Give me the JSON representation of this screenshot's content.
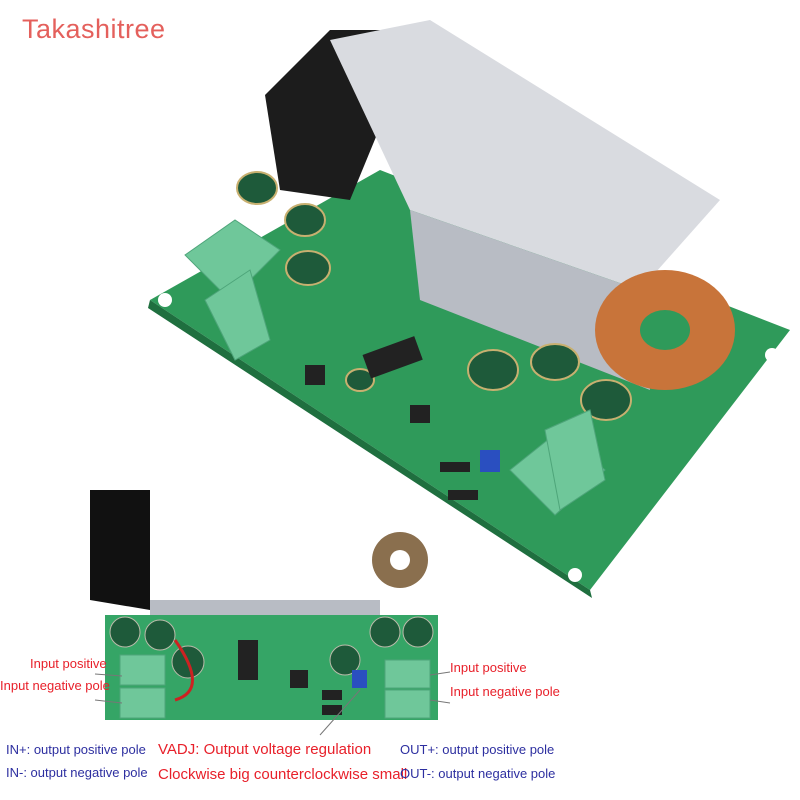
{
  "watermark": "Takashitree",
  "labels": {
    "left_input_positive": "Input positive",
    "left_input_negative": "Input negative pole",
    "right_input_positive": "Input positive",
    "right_input_negative": "Input negative pole",
    "in_plus": "IN+: output positive pole",
    "in_minus": "IN-: output negative pole",
    "vadj": "VADJ: Output voltage regulation",
    "clockwise": "Clockwise big counterclockwise small",
    "out_plus": "OUT+: output positive pole",
    "out_minus": "OUT-: output negative pole"
  },
  "colors": {
    "pcb": "#2f9a5a",
    "heatsink": "#d9dbe0",
    "terminal": "#6fc79a",
    "coil": "#c8743a",
    "red_text": "#e8202a",
    "blue_text": "#2d2fa0"
  }
}
